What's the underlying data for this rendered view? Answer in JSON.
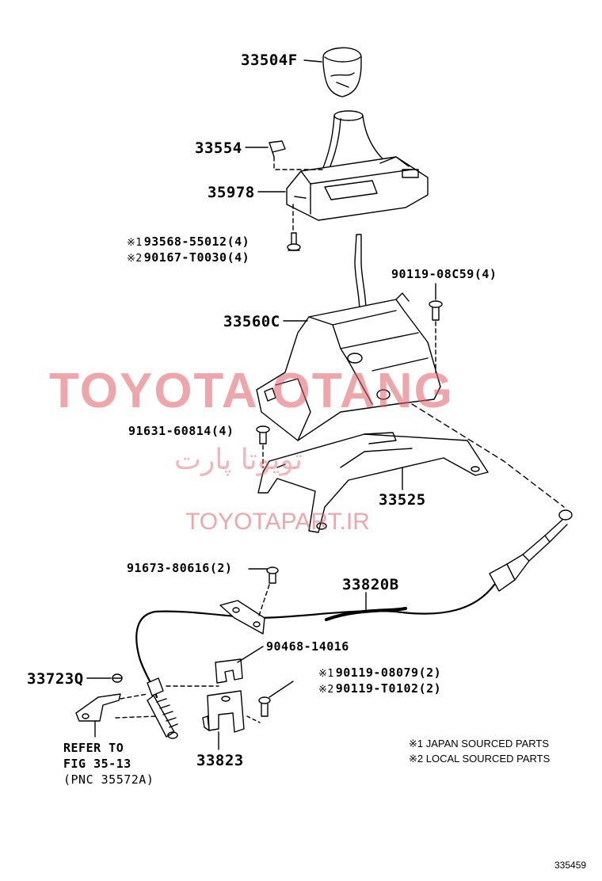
{
  "parts": {
    "knob": "33504F",
    "clip": "33554",
    "housing_cover": "35978",
    "screw_jp": "93568-55012(4)",
    "screw_local": "90167-T0030(4)",
    "bolt_top": "90119-08C59(4)",
    "shift_lever": "33560C",
    "bolt_left": "91631-60814(4)",
    "bracket": "33525",
    "bolt_cable": "91673-80616(2)",
    "cable": "33820B",
    "clip_cable": "90468-14016",
    "bolt_jp": "90119-08079(2)",
    "bolt_local": "90119-T0102(2)",
    "retainer": "33723Q",
    "bracket_small": "33823"
  },
  "marks": {
    "jp": "※1",
    "local": "※2"
  },
  "refer": {
    "line1": "REFER TO",
    "line2": "FIG 35-13",
    "line3": "(PNC 35572A)"
  },
  "notes": {
    "jp": "※1 JAPAN SOURCED PARTS",
    "local": "※2 LOCAL SOURCED PARTS"
  },
  "fig_number": "335459",
  "watermark": {
    "main": "TOYOTA OTANG",
    "persian": "تویوتا پارت",
    "url": "TOYOTAPART.IR"
  },
  "colors": {
    "ink": "#000000",
    "watermark": "#e25c66"
  }
}
